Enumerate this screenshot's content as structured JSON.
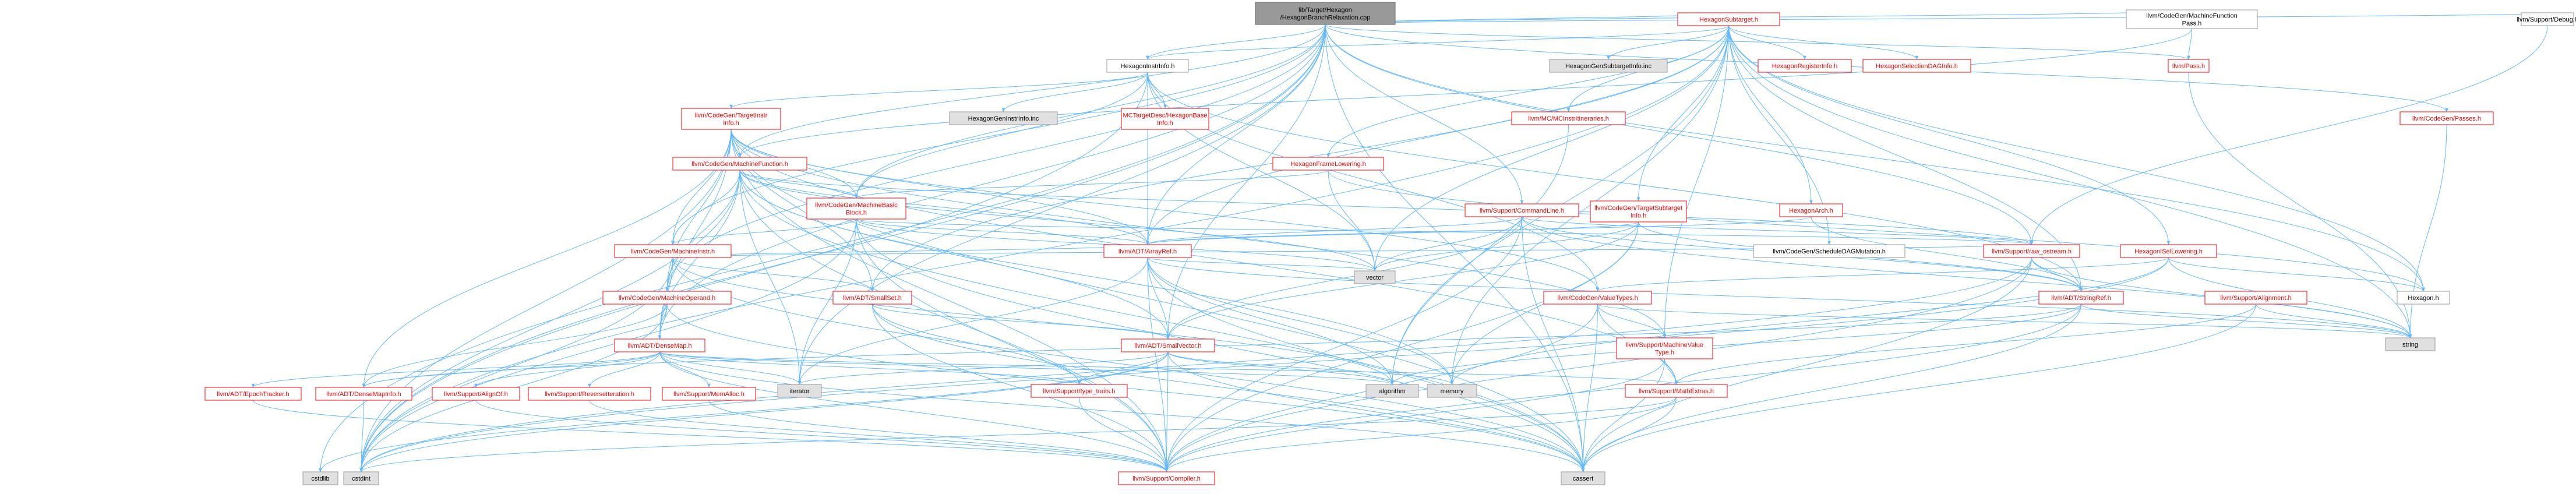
{
  "colors": {
    "edge": "#63b8ff",
    "root_fill": "#999999",
    "root_border": "#666666",
    "red_border": "#ff0000",
    "gray_border": "#999999",
    "text_red": "#ff0000",
    "text_black": "#000000",
    "fill_white": "#ffffff",
    "fill_gray": "#e0e0e0"
  },
  "nodes": [
    {
      "id": "root",
      "lines": [
        "lib/Target/Hexagon",
        "/HexagonBranchRelaxation.cpp"
      ],
      "style": "root"
    },
    {
      "id": "hst",
      "lines": [
        "HexagonSubtarget.h"
      ],
      "style": "red"
    },
    {
      "id": "mfp",
      "lines": [
        "llvm/CodeGen/MachineFunction",
        "Pass.h"
      ],
      "style": "plain"
    },
    {
      "id": "dbg",
      "lines": [
        "llvm/Support/Debug.h"
      ],
      "style": "plain"
    },
    {
      "id": "hii",
      "lines": [
        "HexagonInstrInfo.h"
      ],
      "style": "plain"
    },
    {
      "id": "gsti",
      "lines": [
        "HexagonGenSubtargetInfo.inc"
      ],
      "style": "gray"
    },
    {
      "id": "hri",
      "lines": [
        "HexagonRegisterInfo.h"
      ],
      "style": "red"
    },
    {
      "id": "hsdag",
      "lines": [
        "HexagonSelectionDAGInfo.h"
      ],
      "style": "red"
    },
    {
      "id": "pass",
      "lines": [
        "llvm/Pass.h"
      ],
      "style": "red"
    },
    {
      "id": "tii",
      "lines": [
        "llvm/CodeGen/TargetInstr",
        "Info.h"
      ],
      "style": "red"
    },
    {
      "id": "gii",
      "lines": [
        "HexagonGenInstrInfo.inc"
      ],
      "style": "gray"
    },
    {
      "id": "mctd",
      "lines": [
        "MCTargetDesc/HexagonBase",
        "Info.h"
      ],
      "style": "red"
    },
    {
      "id": "mcit",
      "lines": [
        "llvm/MC/MCInstrItineraries.h"
      ],
      "style": "red"
    },
    {
      "id": "cgp",
      "lines": [
        "llvm/CodeGen/Passes.h"
      ],
      "style": "red"
    },
    {
      "id": "mf",
      "lines": [
        "llvm/CodeGen/MachineFunction.h"
      ],
      "style": "red"
    },
    {
      "id": "hfl",
      "lines": [
        "HexagonFrameLowering.h"
      ],
      "style": "red"
    },
    {
      "id": "mbb",
      "lines": [
        "llvm/CodeGen/MachineBasic",
        "Block.h"
      ],
      "style": "red"
    },
    {
      "id": "cl",
      "lines": [
        "llvm/Support/CommandLine.h"
      ],
      "style": "red"
    },
    {
      "id": "tsi",
      "lines": [
        "llvm/CodeGen/TargetSubtarget",
        "Info.h"
      ],
      "style": "red"
    },
    {
      "id": "harch",
      "lines": [
        "HexagonArch.h"
      ],
      "style": "red"
    },
    {
      "id": "mi",
      "lines": [
        "llvm/CodeGen/MachineInstr.h"
      ],
      "style": "red"
    },
    {
      "id": "ar",
      "lines": [
        "llvm/ADT/ArrayRef.h"
      ],
      "style": "red"
    },
    {
      "id": "sdm",
      "lines": [
        "llvm/CodeGen/ScheduleDAGMutation.h"
      ],
      "style": "plain"
    },
    {
      "id": "ros",
      "lines": [
        "llvm/Support/raw_ostream.h"
      ],
      "style": "red"
    },
    {
      "id": "hisl",
      "lines": [
        "HexagonISelLowering.h"
      ],
      "style": "red"
    },
    {
      "id": "vec",
      "lines": [
        "vector"
      ],
      "style": "gray"
    },
    {
      "id": "mo",
      "lines": [
        "llvm/CodeGen/MachineOperand.h"
      ],
      "style": "red"
    },
    {
      "id": "ss",
      "lines": [
        "llvm/ADT/SmallSet.h"
      ],
      "style": "red"
    },
    {
      "id": "vt",
      "lines": [
        "llvm/CodeGen/ValueTypes.h"
      ],
      "style": "red"
    },
    {
      "id": "sr",
      "lines": [
        "llvm/ADT/StringRef.h"
      ],
      "style": "red"
    },
    {
      "id": "align",
      "lines": [
        "llvm/Support/Alignment.h"
      ],
      "style": "red"
    },
    {
      "id": "hexh",
      "lines": [
        "Hexagon.h"
      ],
      "style": "plain"
    },
    {
      "id": "str",
      "lines": [
        "string"
      ],
      "style": "gray"
    },
    {
      "id": "dm",
      "lines": [
        "llvm/ADT/DenseMap.h"
      ],
      "style": "red"
    },
    {
      "id": "sv",
      "lines": [
        "llvm/ADT/SmallVector.h"
      ],
      "style": "red"
    },
    {
      "id": "mvt",
      "lines": [
        "llvm/Support/MachineValue",
        "Type.h"
      ],
      "style": "red"
    },
    {
      "id": "et",
      "lines": [
        "llvm/ADT/EpochTracker.h"
      ],
      "style": "red"
    },
    {
      "id": "dmi",
      "lines": [
        "llvm/ADT/DenseMapInfo.h"
      ],
      "style": "red"
    },
    {
      "id": "ao",
      "lines": [
        "llvm/Support/AlignOf.h"
      ],
      "style": "red"
    },
    {
      "id": "ri",
      "lines": [
        "llvm/Support/ReverseIteration.h"
      ],
      "style": "red"
    },
    {
      "id": "ma",
      "lines": [
        "llvm/Support/MemAlloc.h"
      ],
      "style": "red"
    },
    {
      "id": "it",
      "lines": [
        "iterator"
      ],
      "style": "gray"
    },
    {
      "id": "tt",
      "lines": [
        "llvm/Support/type_traits.h"
      ],
      "style": "red"
    },
    {
      "id": "alg",
      "lines": [
        "algorithm"
      ],
      "style": "gray"
    },
    {
      "id": "mem",
      "lines": [
        "memory"
      ],
      "style": "gray"
    },
    {
      "id": "mex",
      "lines": [
        "llvm/Support/MathExtras.h"
      ],
      "style": "red"
    },
    {
      "id": "cstdlib",
      "lines": [
        "cstdlib"
      ],
      "style": "gray"
    },
    {
      "id": "cstdint",
      "lines": [
        "cstdint"
      ],
      "style": "gray"
    },
    {
      "id": "comp",
      "lines": [
        "llvm/Support/Compiler.h"
      ],
      "style": "red"
    },
    {
      "id": "cassert",
      "lines": [
        "cassert"
      ],
      "style": "gray"
    }
  ],
  "edges": [
    [
      "root",
      "hst"
    ],
    [
      "root",
      "mfp"
    ],
    [
      "root",
      "dbg"
    ],
    [
      "root",
      "hii"
    ],
    [
      "root",
      "pass"
    ],
    [
      "root",
      "cgp"
    ],
    [
      "root",
      "mf"
    ],
    [
      "root",
      "mbb"
    ],
    [
      "root",
      "mi"
    ],
    [
      "root",
      "mo"
    ],
    [
      "root",
      "cl"
    ],
    [
      "root",
      "ros"
    ],
    [
      "root",
      "sv"
    ],
    [
      "root",
      "dm"
    ],
    [
      "root",
      "hexh"
    ],
    [
      "root",
      "cstdlib"
    ],
    [
      "root",
      "cstdint"
    ],
    [
      "root",
      "cassert"
    ],
    [
      "root",
      "it"
    ],
    [
      "root",
      "ar"
    ],
    [
      "hst",
      "hii"
    ],
    [
      "hst",
      "gsti"
    ],
    [
      "hst",
      "hri"
    ],
    [
      "hst",
      "hsdag"
    ],
    [
      "hst",
      "mcit"
    ],
    [
      "hst",
      "hfl"
    ],
    [
      "hst",
      "tsi"
    ],
    [
      "hst",
      "harch"
    ],
    [
      "hst",
      "hisl"
    ],
    [
      "hst",
      "sdm"
    ],
    [
      "hst",
      "sr"
    ],
    [
      "hst",
      "ar"
    ],
    [
      "hst",
      "ss"
    ],
    [
      "hst",
      "vec"
    ],
    [
      "hst",
      "str"
    ],
    [
      "hst",
      "mvt"
    ],
    [
      "hst",
      "alg"
    ],
    [
      "hst",
      "cstdint"
    ],
    [
      "hst",
      "mem"
    ],
    [
      "hst",
      "hexh"
    ],
    [
      "mfp",
      "pass"
    ],
    [
      "mfp",
      "mf"
    ],
    [
      "hii",
      "tii"
    ],
    [
      "hii",
      "gii"
    ],
    [
      "hii",
      "mctd"
    ],
    [
      "hii",
      "mbb"
    ],
    [
      "hii",
      "ar"
    ],
    [
      "hii",
      "sr"
    ],
    [
      "hii",
      "vec"
    ],
    [
      "hii",
      "cstdint"
    ],
    [
      "hii",
      "vt"
    ],
    [
      "tii",
      "mf"
    ],
    [
      "tii",
      "mbb"
    ],
    [
      "tii",
      "mi"
    ],
    [
      "tii",
      "mo"
    ],
    [
      "tii",
      "ar"
    ],
    [
      "tii",
      "dm"
    ],
    [
      "tii",
      "dmi"
    ],
    [
      "tii",
      "vt"
    ],
    [
      "tii",
      "mvt"
    ],
    [
      "tii",
      "mex"
    ],
    [
      "tii",
      "comp"
    ],
    [
      "tii",
      "cassert"
    ],
    [
      "tii",
      "cstdint"
    ],
    [
      "tii",
      "ss"
    ],
    [
      "mf",
      "mbb"
    ],
    [
      "mf",
      "mi"
    ],
    [
      "mf",
      "mo"
    ],
    [
      "mf",
      "ar"
    ],
    [
      "mf",
      "dm"
    ],
    [
      "mf",
      "sv"
    ],
    [
      "mf",
      "ros"
    ],
    [
      "mf",
      "comp"
    ],
    [
      "mf",
      "cassert"
    ],
    [
      "mf",
      "cstdint"
    ],
    [
      "mf",
      "mem"
    ],
    [
      "mf",
      "vec"
    ],
    [
      "mf",
      "it"
    ],
    [
      "hfl",
      "mbb"
    ],
    [
      "hfl",
      "vec"
    ],
    [
      "hfl",
      "hexh"
    ],
    [
      "mbb",
      "mi"
    ],
    [
      "mbb",
      "ar"
    ],
    [
      "mbb",
      "it"
    ],
    [
      "mbb",
      "cassert"
    ],
    [
      "mbb",
      "cstdint"
    ],
    [
      "mbb",
      "vec"
    ],
    [
      "mbb",
      "ros"
    ],
    [
      "mbb",
      "comp"
    ],
    [
      "cl",
      "ar"
    ],
    [
      "cl",
      "sv"
    ],
    [
      "cl",
      "sr"
    ],
    [
      "cl",
      "ros"
    ],
    [
      "cl",
      "vec"
    ],
    [
      "cl",
      "str"
    ],
    [
      "cl",
      "comp"
    ],
    [
      "cl",
      "cassert"
    ],
    [
      "tsi",
      "ar"
    ],
    [
      "tsi",
      "sv"
    ],
    [
      "tsi",
      "sr"
    ],
    [
      "tsi",
      "vec"
    ],
    [
      "tsi",
      "mem"
    ],
    [
      "tsi",
      "comp"
    ],
    [
      "harch",
      "sr"
    ],
    [
      "harch",
      "ar"
    ],
    [
      "mi",
      "mo"
    ],
    [
      "mi",
      "ss"
    ],
    [
      "mi",
      "dm"
    ],
    [
      "mi",
      "ar"
    ],
    [
      "mi",
      "cassert"
    ],
    [
      "mi",
      "cstdint"
    ],
    [
      "mi",
      "alg"
    ],
    [
      "mi",
      "ros"
    ],
    [
      "ar",
      "sv"
    ],
    [
      "ar",
      "comp"
    ],
    [
      "ar",
      "alg"
    ],
    [
      "ar",
      "it"
    ],
    [
      "ar",
      "vec"
    ],
    [
      "ar",
      "mem"
    ],
    [
      "ar",
      "cassert"
    ],
    [
      "ar",
      "str"
    ],
    [
      "ros",
      "sr"
    ],
    [
      "ros",
      "str"
    ],
    [
      "ros",
      "cassert"
    ],
    [
      "ros",
      "cstdint"
    ],
    [
      "ros",
      "comp"
    ],
    [
      "hisl",
      "vt"
    ],
    [
      "hisl",
      "hexh"
    ],
    [
      "hisl",
      "cstdint"
    ],
    [
      "hisl",
      "mem"
    ],
    [
      "hisl",
      "str"
    ],
    [
      "mo",
      "dm"
    ],
    [
      "mo",
      "dmi"
    ],
    [
      "mo",
      "cassert"
    ],
    [
      "mo",
      "cstdint"
    ],
    [
      "ss",
      "sv"
    ],
    [
      "ss",
      "tt"
    ],
    [
      "ss",
      "comp"
    ],
    [
      "ss",
      "cassert"
    ],
    [
      "vt",
      "mvt"
    ],
    [
      "vt",
      "mex"
    ],
    [
      "vt",
      "comp"
    ],
    [
      "vt",
      "str"
    ],
    [
      "vt",
      "cassert"
    ],
    [
      "sr",
      "dmi"
    ],
    [
      "sr",
      "comp"
    ],
    [
      "sr",
      "str"
    ],
    [
      "sr",
      "cassert"
    ],
    [
      "sr",
      "alg"
    ],
    [
      "align",
      "mex"
    ],
    [
      "align",
      "str"
    ],
    [
      "align",
      "cassert"
    ],
    [
      "dm",
      "et"
    ],
    [
      "dm",
      "dmi"
    ],
    [
      "dm",
      "ao"
    ],
    [
      "dm",
      "ri"
    ],
    [
      "dm",
      "ma"
    ],
    [
      "dm",
      "comp"
    ],
    [
      "dm",
      "mex"
    ],
    [
      "dm",
      "tt"
    ],
    [
      "dm",
      "alg"
    ],
    [
      "dm",
      "cassert"
    ],
    [
      "dm",
      "it"
    ],
    [
      "sv",
      "comp"
    ],
    [
      "sv",
      "tt"
    ],
    [
      "sv",
      "alg"
    ],
    [
      "sv",
      "cassert"
    ],
    [
      "sv",
      "cstdlib"
    ],
    [
      "sv",
      "cstdint"
    ],
    [
      "sv",
      "it"
    ],
    [
      "sv",
      "mem"
    ],
    [
      "mvt",
      "mex"
    ],
    [
      "mvt",
      "comp"
    ],
    [
      "mvt",
      "cassert"
    ],
    [
      "et",
      "comp"
    ],
    [
      "dmi",
      "cstdint"
    ],
    [
      "ao",
      "comp"
    ],
    [
      "ri",
      "comp"
    ],
    [
      "ma",
      "comp"
    ],
    [
      "tt",
      "comp"
    ],
    [
      "mex",
      "comp"
    ],
    [
      "mex",
      "cstdint"
    ],
    [
      "mex",
      "cassert"
    ],
    [
      "dbg",
      "ros"
    ],
    [
      "pass",
      "str"
    ],
    [
      "cgp",
      "str"
    ],
    [
      "mcit",
      "alg"
    ]
  ]
}
